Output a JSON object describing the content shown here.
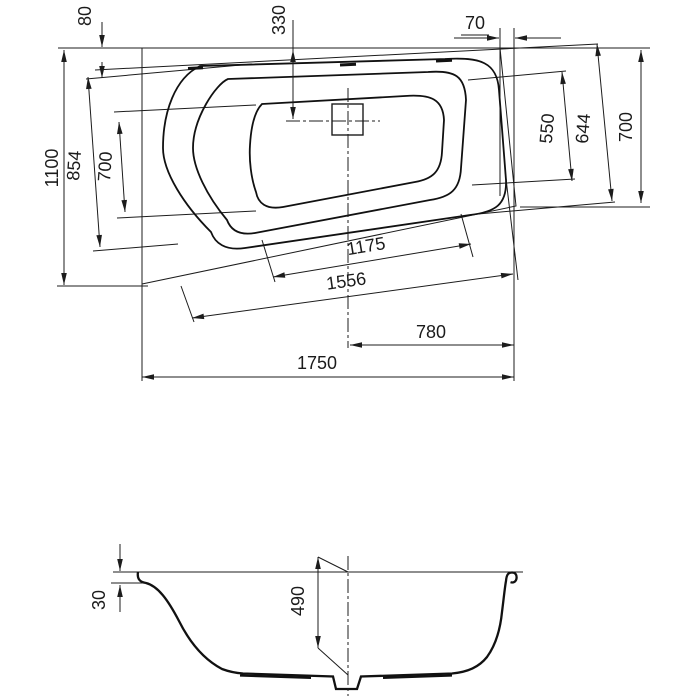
{
  "colors": {
    "line": "#1c1c1c",
    "background": "#ffffff"
  },
  "plan_view": {
    "title": "bathtub plan view",
    "dims": {
      "rim_offset_top": "80",
      "drain_center_from_top": "330",
      "corner_offset_right": "70",
      "overall_width_left": "1100",
      "inner_rim_width_left": "854",
      "basin_width_left": "700",
      "basin_width_right": "550",
      "inner_rim_width_right": "644",
      "overall_width_right": "700",
      "basin_length": "1175",
      "inner_rim_length": "1556",
      "drain_center_to_right_end": "780",
      "overall_length": "1750"
    }
  },
  "section_view": {
    "title": "bathtub cross section",
    "dims": {
      "rim_height": "30",
      "inner_depth": "490"
    }
  }
}
